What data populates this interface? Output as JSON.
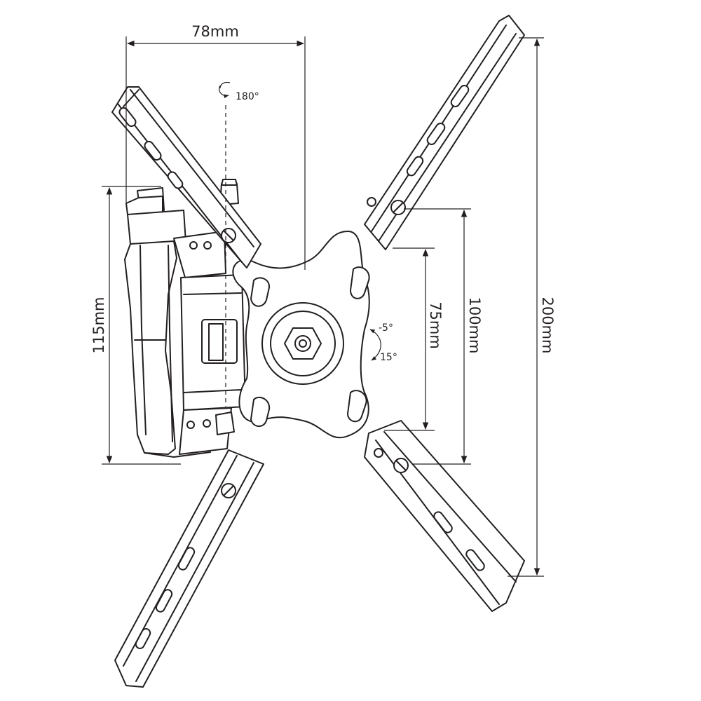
{
  "dimensions": {
    "width_78": "78mm",
    "height_115": "115mm",
    "vesa_75": "75mm",
    "vesa_100": "100mm",
    "vesa_200": "200mm"
  },
  "angles": {
    "swivel": "180°",
    "tilt_up": "-5°",
    "tilt_down": "15°"
  },
  "colors": {
    "stroke": "#231f20",
    "fill": "#ffffff"
  }
}
